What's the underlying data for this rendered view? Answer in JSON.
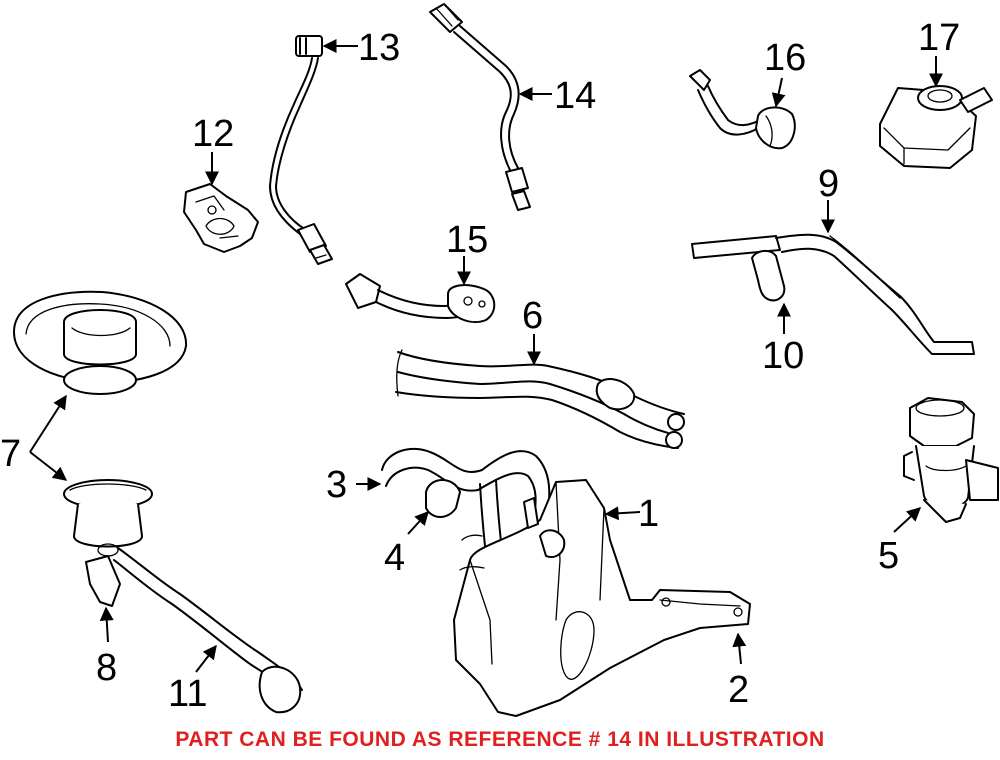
{
  "callouts": [
    {
      "id": "1",
      "label": "1"
    },
    {
      "id": "2",
      "label": "2"
    },
    {
      "id": "3",
      "label": "3"
    },
    {
      "id": "4",
      "label": "4"
    },
    {
      "id": "5",
      "label": "5"
    },
    {
      "id": "6",
      "label": "6"
    },
    {
      "id": "7",
      "label": "7"
    },
    {
      "id": "8",
      "label": "8"
    },
    {
      "id": "9",
      "label": "9"
    },
    {
      "id": "10",
      "label": "10"
    },
    {
      "id": "11",
      "label": "11"
    },
    {
      "id": "12",
      "label": "12"
    },
    {
      "id": "13",
      "label": "13"
    },
    {
      "id": "14",
      "label": "14"
    },
    {
      "id": "15",
      "label": "15"
    },
    {
      "id": "16",
      "label": "16"
    },
    {
      "id": "17",
      "label": "17"
    }
  ],
  "caption": "PART CAN BE FOUND AS REFERENCE # 14 IN ILLUSTRATION",
  "colors": {
    "caption": "#e02020",
    "lines": "#000000",
    "background": "#ffffff"
  }
}
